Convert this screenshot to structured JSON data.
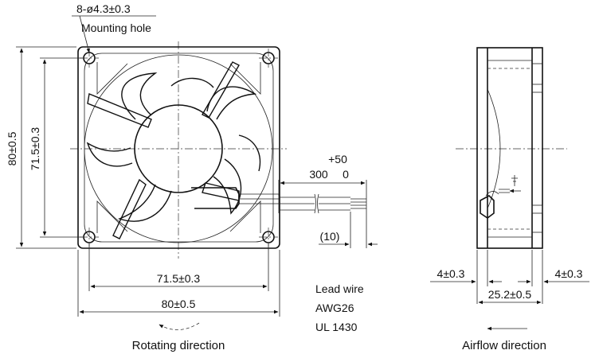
{
  "front_view": {
    "mounting_hole_spec": "8-ø4.3±0.3",
    "mounting_hole_label": "Mounting hole",
    "height_outer": "80±0.5",
    "height_hole_pitch": "71.5±0.3",
    "width_hole_pitch": "71.5±0.3",
    "width_outer": "80±0.5",
    "rotating_direction": "Rotating direction"
  },
  "lead_wire": {
    "length_tolerance_upper": "+50",
    "length_nominal": "300",
    "length_tolerance_lower": "0",
    "strip_length": "(10)",
    "spec_line1": "Lead wire",
    "spec_line2": "AWG26",
    "spec_line3": "UL 1430"
  },
  "side_view": {
    "flange_left": "4±0.3",
    "flange_right": "4±0.3",
    "depth": "25.2±0.5",
    "airflow_direction": "Airflow direction"
  }
}
